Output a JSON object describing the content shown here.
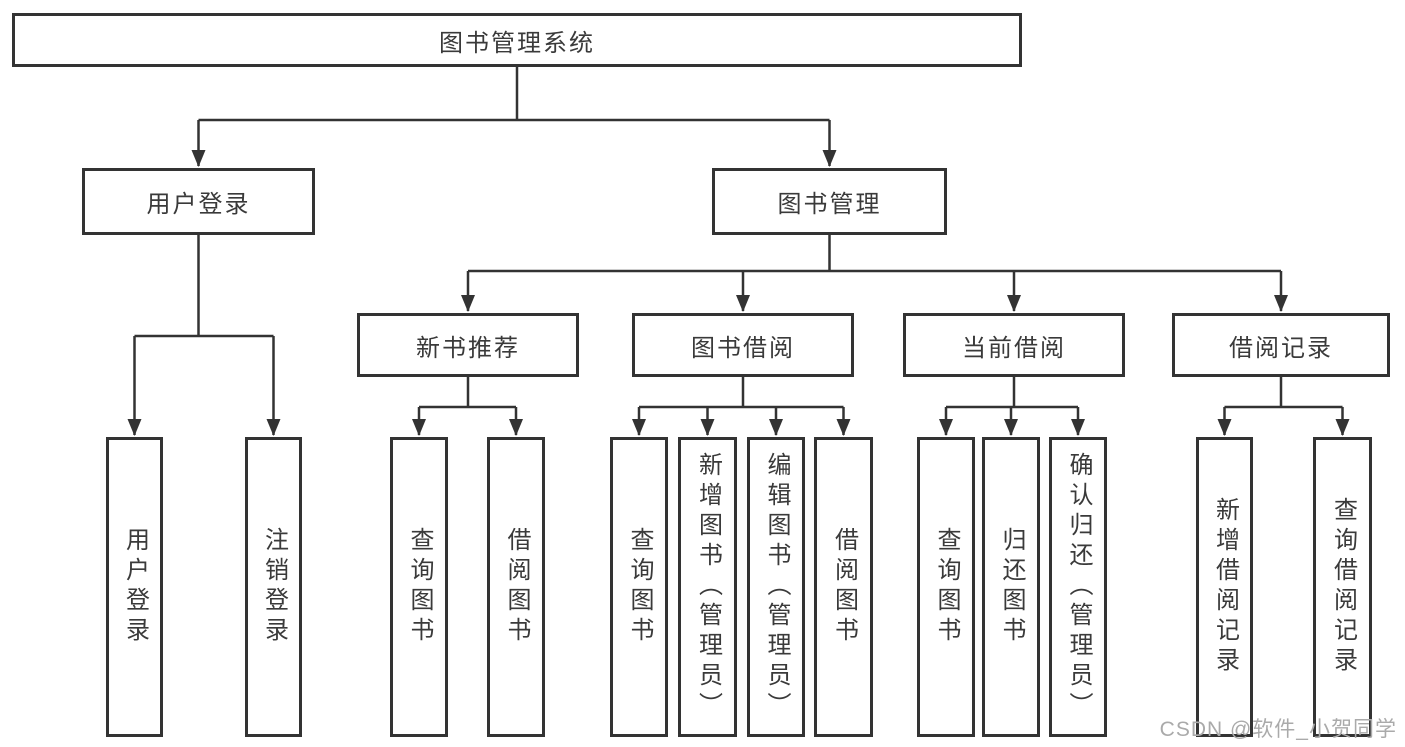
{
  "tree": {
    "root": "图书管理系统",
    "level2": [
      {
        "label": "用户登录",
        "children": [
          "用户登录",
          "注销登录"
        ]
      },
      {
        "label": "图书管理"
      }
    ],
    "level3": [
      {
        "label": "新书推荐",
        "children": [
          "查询图书",
          "借阅图书"
        ]
      },
      {
        "label": "图书借阅",
        "children": [
          "查询图书",
          "新增图书（管理员）",
          "编辑图书（管理员）",
          "借阅图书"
        ]
      },
      {
        "label": "当前借阅",
        "children": [
          "查询图书",
          "归还图书",
          "确认归还（管理员）"
        ]
      },
      {
        "label": "借阅记录",
        "children": [
          "新增借阅记录",
          "查询借阅记录"
        ]
      }
    ]
  },
  "watermark": {
    "text": "CSDN @软件_小贺同学"
  },
  "colors": {
    "line": "#333333",
    "box_border": "#333333",
    "text": "#3a3a3a",
    "watermark": "#aaaaaa",
    "background": "#ffffff"
  }
}
